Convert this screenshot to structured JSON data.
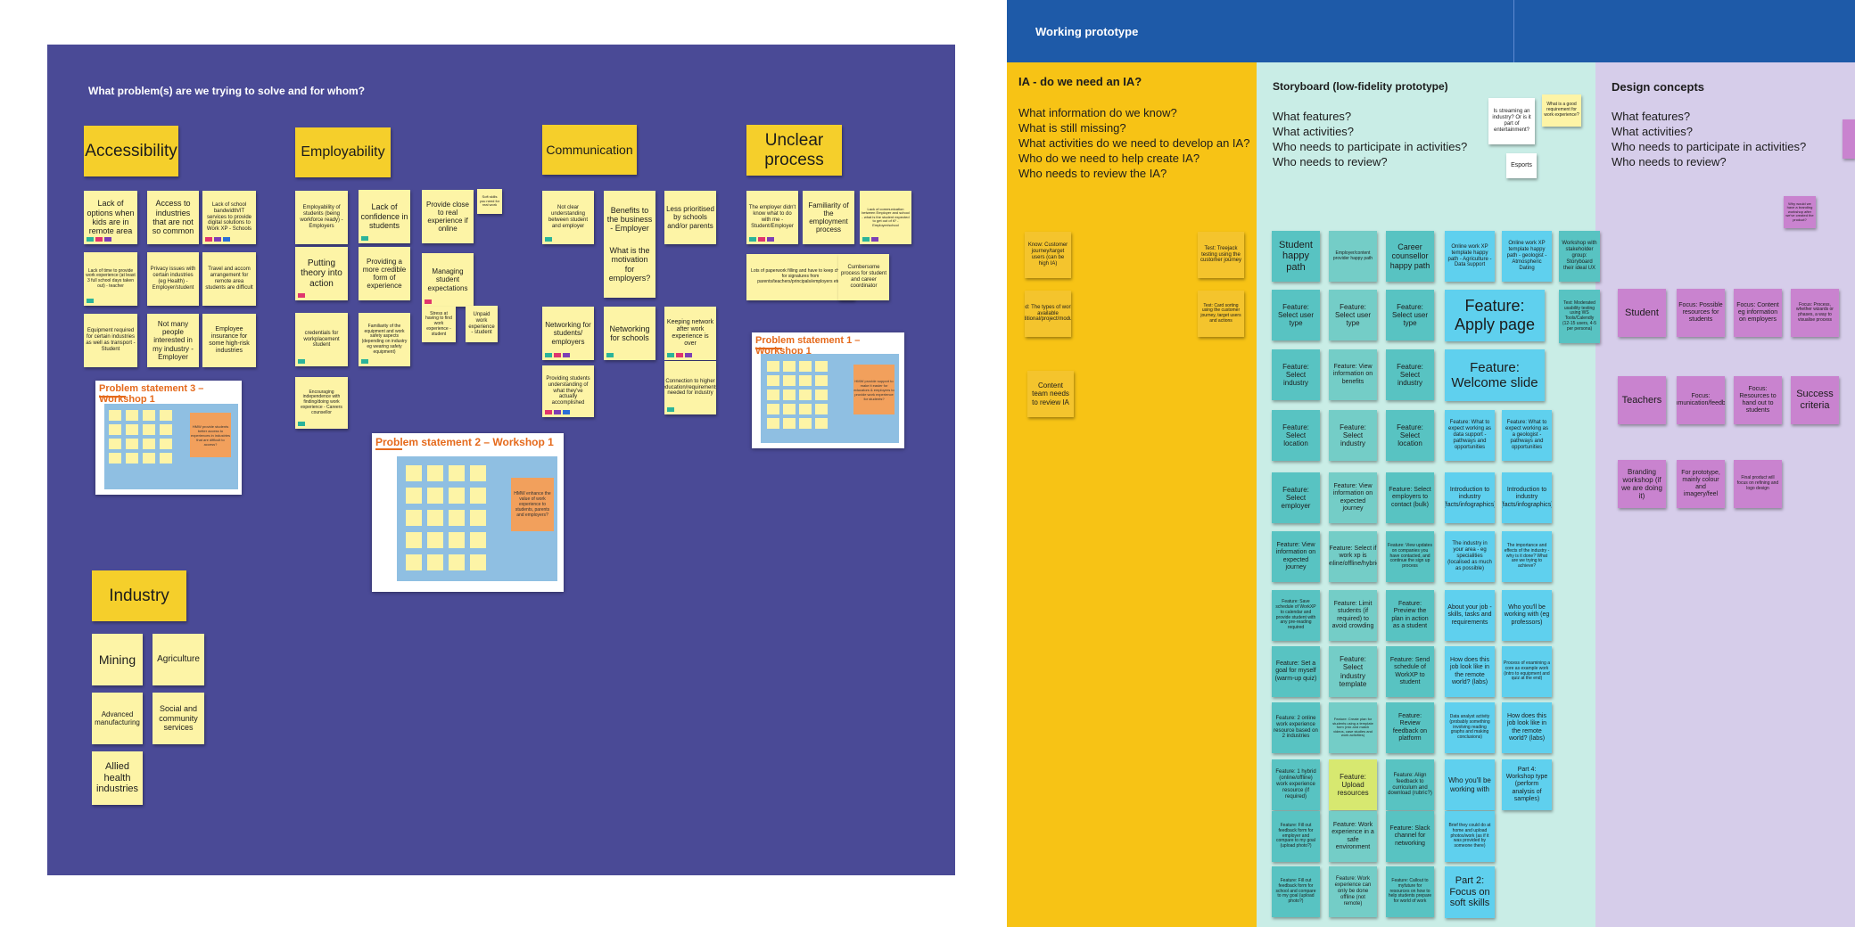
{
  "left_board": {
    "title": "What problem(s) are we trying to solve and for whom?",
    "clusters": {
      "accessibility": {
        "header": "Accessibility",
        "notes": [
          "Lack of options when kids are in remote area",
          "Access to industries that are not so common",
          "Lack of school bandwidth/IT services to provide digital solutions to Work XP - Schools",
          "Lack of time to provide work experience (at least 3 full school days taken out) - teacher",
          "Privacy issues with certain industries (eg Health) - Employer/student",
          "Travel and accom arrangement for remote area students are difficult",
          "Equipment required for certain industries as well as transport - Student",
          "Not many people interested in my industry - Employer",
          "Employee insurance for some high-risk industries"
        ]
      },
      "employability": {
        "header": "Employability",
        "notes": [
          "Employability of students (being workforce ready) - Employers",
          "Lack of confidence in students",
          "Provide close to real experience if online",
          "Soft skills you need for real work",
          "Putting theory into action",
          "Providing a more credible form of experience",
          "Managing student expectations",
          "credentials for workplacement student",
          "Familiarity of the equipment and work safety aspects (depending on industry eg wearing safety equipment)",
          "Stress at having to find work experience - student",
          "Unpaid work experience - student",
          "Encouraging independence with finding/doing work experience - Careers counsellor"
        ]
      },
      "communication": {
        "header": "Communication",
        "notes": [
          "Not clear understanding between student and employer",
          "Benefits to the business - Employer",
          "What is the motivation for employers?",
          "Less prioritised by schools and/or parents",
          "Networking for students/ employers",
          "Networking for schools",
          "Keeping network after work experience is over",
          "Providing students understanding of what they've actually accomplished",
          "Connection to higher education/requirements needed for industry"
        ]
      },
      "unclear": {
        "header": "Unclear process",
        "notes": [
          "The employer didn't know what to do with me - Student/Employer",
          "Familiarity of the employment process",
          "Lack of communication between Employer and school - what is the student expected to get out of it? - Employer/school",
          "Lots of paperwork filling and have to keep chasing for signatures from parents/teachers/principals/employers etc...",
          "Cumbersome process for student and career coordinator"
        ]
      },
      "industry": {
        "header": "Industry",
        "notes": [
          "Mining",
          "Agriculture",
          "Advanced manufacturing",
          "Social and community services",
          "Allied health industries"
        ]
      }
    },
    "problem_cards": [
      "Problem statement 3 – Workshop 1",
      "Problem statement 2 – Workshop 1",
      "Problem statement 1 – Workshop 1"
    ],
    "card_notes": [
      "HMW provide students better access to experiences in industries that are difficult to access?",
      "HMW enhance the value of work experience to students, parents and employers?",
      "HMW provide support to make it easier for educators & employers to provide work experience for students?"
    ],
    "tag_colors": [
      "#2bb39a",
      "#e0356e",
      "#7c3fb5",
      "#2b6fd6"
    ]
  },
  "right_board": {
    "band_title": "Working prototype",
    "ia": {
      "title": "IA - do we need an IA?",
      "questions": [
        "What information do we know?",
        "What is still missing?",
        "What activities do we need to develop an IA?",
        "Who do we need to help create IA?",
        "Who needs to review the IA?"
      ],
      "notes": [
        "Know: Customer journey/target users (can be high IA)",
        "Test: Treejack testing using the customer journey",
        "Need: The types of work xp available (traditional/project/modules)",
        "Test: Card sorting using the customer journey, target users and actions",
        "Content team needs to review IA"
      ]
    },
    "storyboard": {
      "title": "Storyboard (low-fidelity prototype)",
      "questions": [
        "What features?",
        "What activities?",
        "Who needs to participate in activities?",
        "Who needs to review?"
      ],
      "white_notes": [
        "Is streaming an industry? Or is it part of entertainment?",
        "Esports"
      ],
      "yellow_note": "What is a good requirement for work experience?",
      "grid": [
        [
          "Student happy path",
          "Employer/content provider happy path",
          "Career counsellor happy path",
          "Online work XP template happy path - Agriculture - Data support",
          "Online work XP template happy path - geologist - Atmospheric Dating",
          "Workshop with stakeholder group: Storyboard their ideal UX"
        ],
        [
          "Feature: Select user type",
          "Feature: Select user type",
          "Feature: Select user type",
          "Feature: Apply page",
          "",
          "Test: Moderated usability testing using WS Tools/Calendly (12-15 users, 4-5 per persona)"
        ],
        [
          "Feature: Select industry",
          "Feature: View information on benefits",
          "Feature: Select industry",
          "Feature: Welcome slide",
          "",
          ""
        ],
        [
          "Feature: Select location",
          "Feature: Select industry",
          "Feature: Select location",
          "Feature: What to expect working as data support - pathways and opportunities",
          "Feature: What to expect working as a geologist - pathways and opportunities",
          ""
        ],
        [
          "Feature: Select employer",
          "Feature: View information on expected journey",
          "Feature: Select employers to contact (bulk)",
          "Introduction to industry (facts/infographics)",
          "Introduction to industry (facts/infographics)",
          ""
        ],
        [
          "Feature: View information on expected journey",
          "Feature: Select if work xp is online/offline/hybrid",
          "Feature: View updates on companies you have contacted, and continue the sign up process",
          "The industry in your area - eg specialities (localised as much as possible)",
          "The importance and effects of the industry - why is it done? What are we trying to achieve?",
          ""
        ],
        [
          "Feature: Save schedule of WorkXP to calendar and provide student with any pre-reading required",
          "Feature: Limit students (if required) to avoid crowding",
          "Feature: Preview the plan in action as a student",
          "About your job - skills, tasks and requirements",
          "Who you'll be working with (eg professors)",
          ""
        ],
        [
          "Feature: Set a goal for myself (warm-up quiz)",
          "Feature: Select industry template",
          "Feature: Send schedule of WorkXP to student",
          "How does this job look like in the remote world? (labs)",
          "Process of examining a core as example work (intro to equipment and quiz at the end)",
          ""
        ],
        [
          "Feature: 2 online work experience resource based on 2 industries",
          "Feature: Create plan for students using a template form (mix and match videos, case studies and work activities)",
          "Feature: Review feedback on platform",
          "Data analyst activity (probably something involving reading graphs and making conclusions)",
          "How does this job look like in the remote world? (labs)",
          ""
        ],
        [
          "Feature: 1 hybrid (online/offline) work experience resource (if required)",
          "Feature: Upload resources",
          "Feature: Align feedback to curriculum and download (rubric?)",
          "Who you'll be working with",
          "Part 4: Workshop type (perform analysis of samples)",
          ""
        ],
        [
          "Feature: Fill out feedback form for employer and compare to my goal (upload photo?)",
          "Feature: Work experience in a safe environment",
          "Feature: Slack channel for networking",
          "Brief they could do at home and upload photos/work (as if it was provided by someone there)",
          "",
          ""
        ],
        [
          "Feature: Fill out feedback form for school and compare to my goal (upload photo?)",
          "Feature: Work experience can only be done offline (not remote)",
          "Feature: Callout to myfuture for resources on how to help students prepare for world of work",
          "Part 2: Focus on soft skills",
          "",
          ""
        ]
      ]
    },
    "design": {
      "title": "Design concepts",
      "questions": [
        "What features?",
        "What activities?",
        "Who needs to participate in activities?",
        "Who needs to review?"
      ],
      "side_note": "Why would we have a branding workshop after we've created the product?",
      "rows": [
        [
          "Student",
          "Focus: Possible resources for students",
          "Focus: Content eg information on employers",
          "Focus: Process, whether wizards or phases, a way to visualise process"
        ],
        [
          "Teachers",
          "Focus: communication/feedback",
          "Focus: Resources to hand out to students",
          "Success criteria"
        ],
        [
          "Branding workshop (if we are doing it)",
          "For prototype, mainly colour and imagery/feel",
          "Final product will focus on refining and logo design"
        ]
      ]
    }
  }
}
